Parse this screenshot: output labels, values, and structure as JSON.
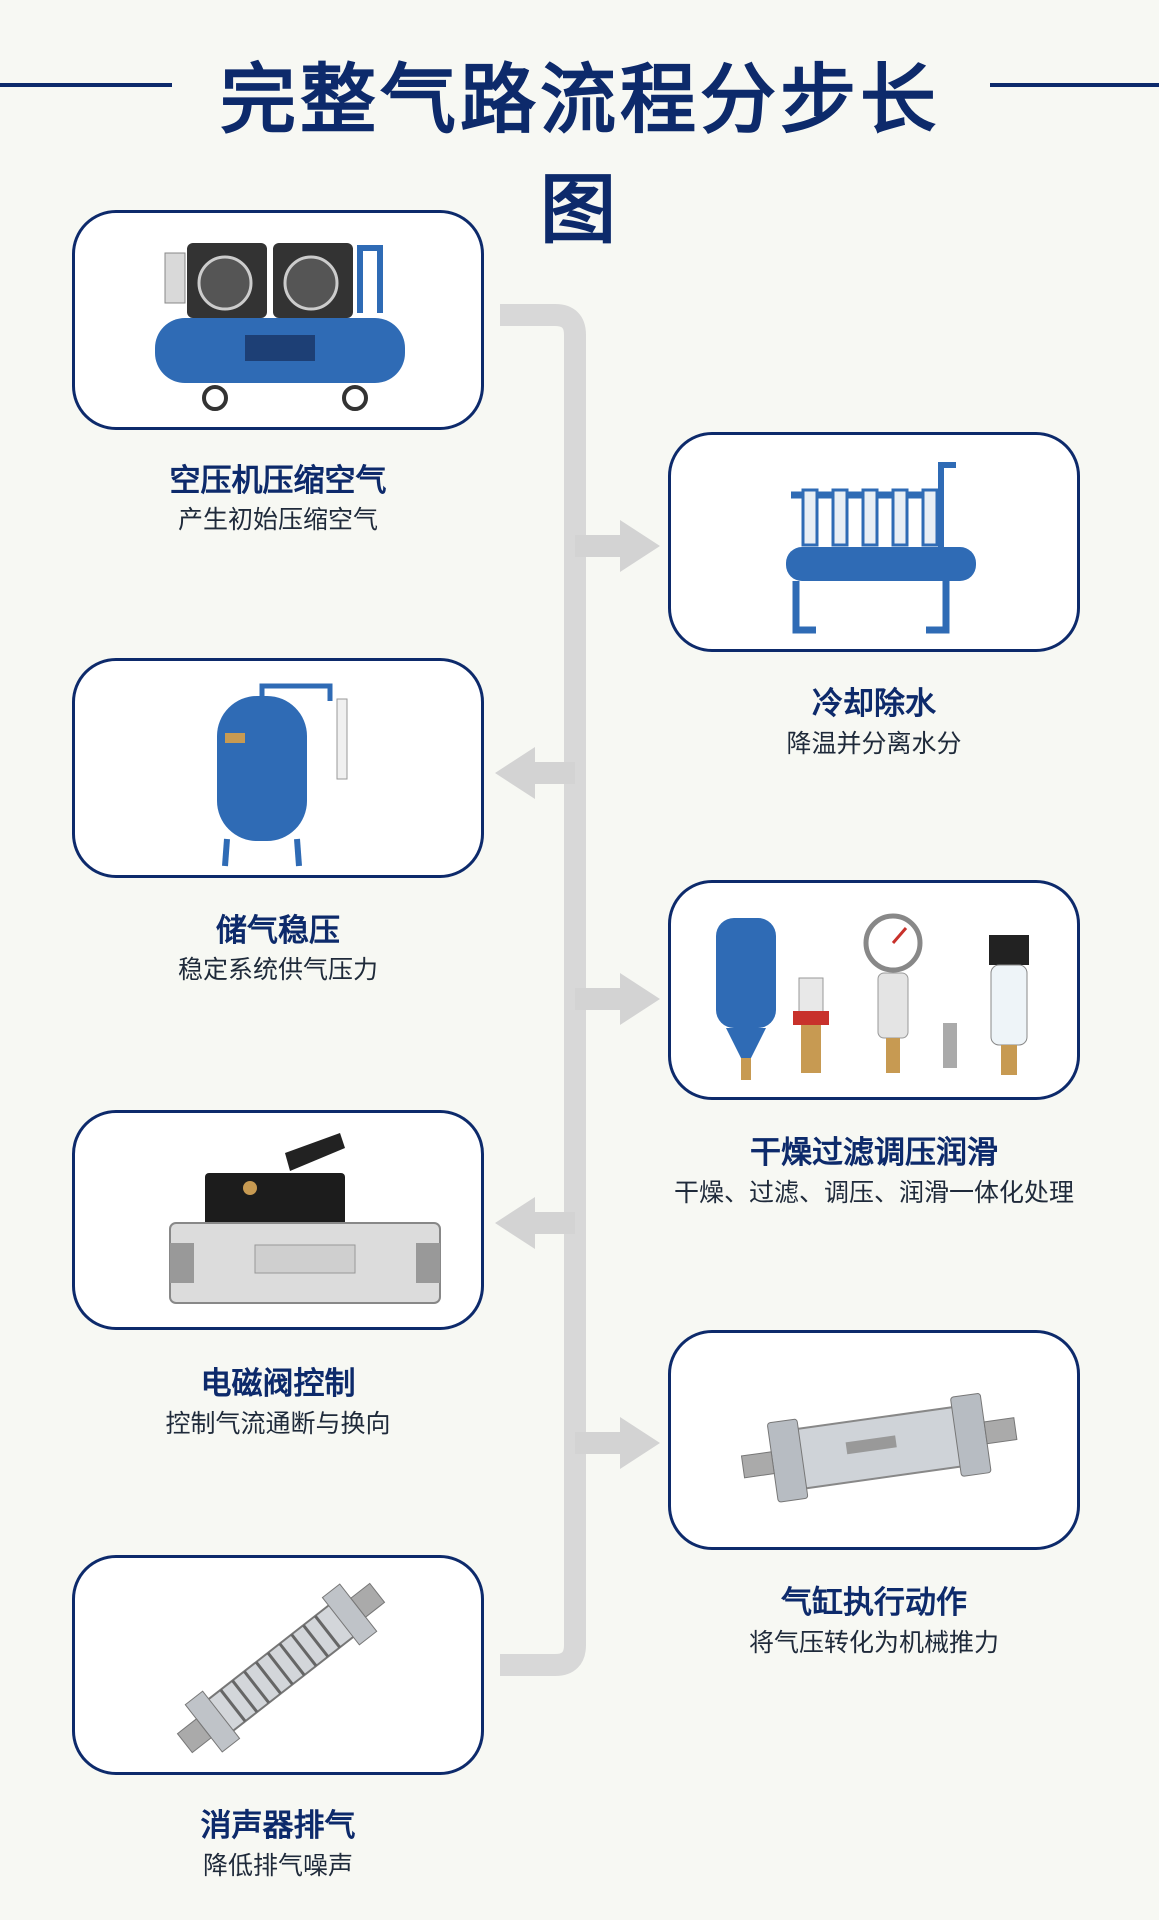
{
  "title": "完整气路流程分步长图",
  "colors": {
    "navy": "#0d2a6b",
    "blue": "#2f6bb5",
    "pipe": "#d6d6d6"
  },
  "steps": [
    {
      "title": "空压机压缩空气",
      "desc": "产生初始压缩空气",
      "icon": "air-compressor-icon",
      "side": "left"
    },
    {
      "title": "冷却除水",
      "desc": "降温并分离水分",
      "icon": "aftercooler-icon",
      "side": "right"
    },
    {
      "title": "储气稳压",
      "desc": "稳定系统供气压力",
      "icon": "air-tank-icon",
      "side": "left"
    },
    {
      "title": "干燥过滤调压润滑",
      "desc": "干燥、过滤、调压、润滑一体化处理",
      "icon": "frl-unit-icon",
      "side": "right"
    },
    {
      "title": "电磁阀控制",
      "desc": "控制气流通断与换向",
      "icon": "solenoid-valve-icon",
      "side": "left"
    },
    {
      "title": "气缸执行动作",
      "desc": "将气压转化为机械推力",
      "icon": "pneumatic-cylinder-icon",
      "side": "right"
    },
    {
      "title": "消声器排气",
      "desc": "降低排气噪声",
      "icon": "muffler-icon",
      "side": "left"
    }
  ]
}
